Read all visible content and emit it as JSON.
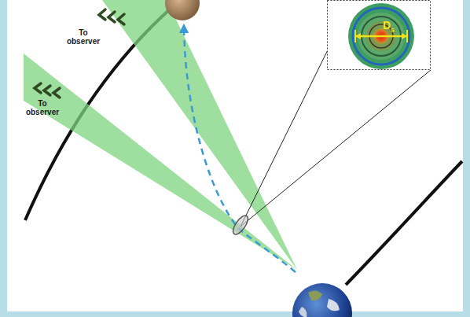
{
  "diagram": {
    "labels": [
      "To observer",
      "To observer",
      "D",
      "s"
    ]
  }
}
